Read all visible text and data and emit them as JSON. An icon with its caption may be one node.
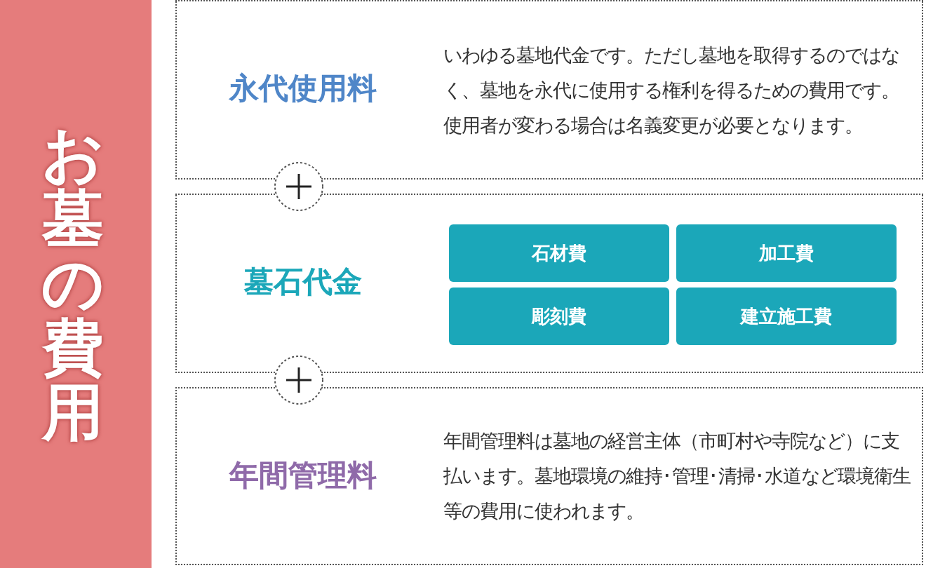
{
  "diagram": {
    "title": "お墓の費用",
    "nodes": [
      {
        "text": [
          "永代使用料",
          "いわゆる墓地代金です。ただし墓地を取得するのではなく、墓地を永代に使用する権利を得るための費用です。使用者が変わる場合は名義変更が必要となります。"
        ]
      },
      {
        "text": [
          "墓石代金"
        ]
      },
      {
        "text": [
          "石材費"
        ],
        "in": 1
      },
      {
        "text": [
          "加工費"
        ],
        "in": 1
      },
      {
        "text": [
          "彫刻費"
        ],
        "in": 1
      },
      {
        "text": [
          "建立施工費"
        ],
        "in": 1
      },
      {
        "text": [
          "年間管理料",
          "年間管理料は墓地の経営主体（市町村や寺院など）に支払います。墓地環境の維持･管理･清掃･水道など環境衛生等の費用に使われます。"
        ]
      }
    ]
  }
}
